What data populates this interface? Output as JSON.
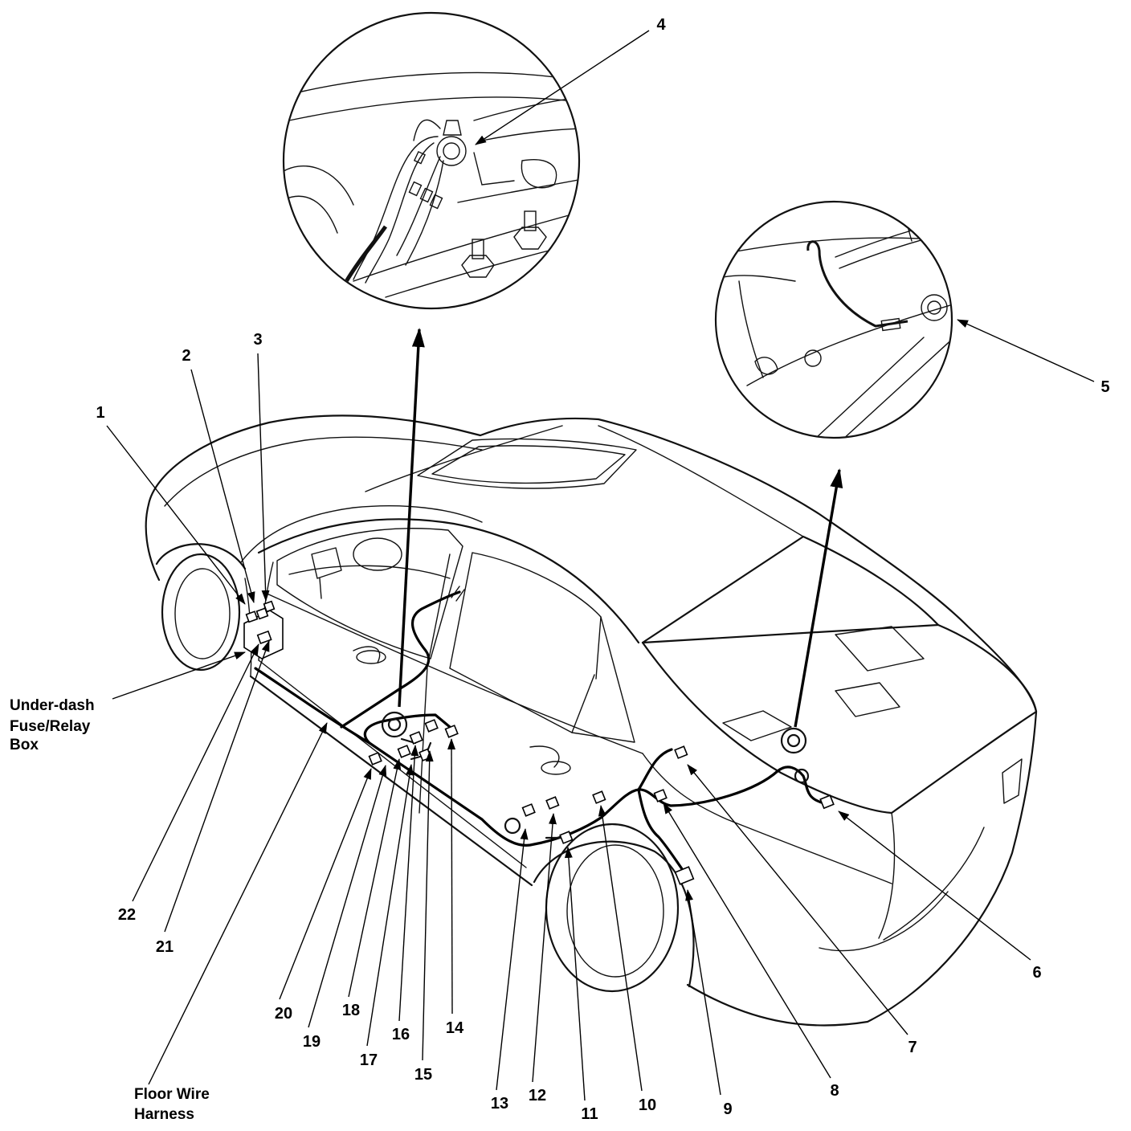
{
  "callouts": [
    "1",
    "2",
    "3",
    "4",
    "5",
    "6",
    "7",
    "8",
    "9",
    "10",
    "11",
    "12",
    "13",
    "14",
    "15",
    "16",
    "17",
    "18",
    "19",
    "20",
    "21",
    "22"
  ],
  "labels": {
    "fuse_box": [
      "Under-dash",
      "Fuse/Relay",
      "Box"
    ],
    "floor_harness": [
      "Floor Wire",
      "Harness"
    ]
  }
}
